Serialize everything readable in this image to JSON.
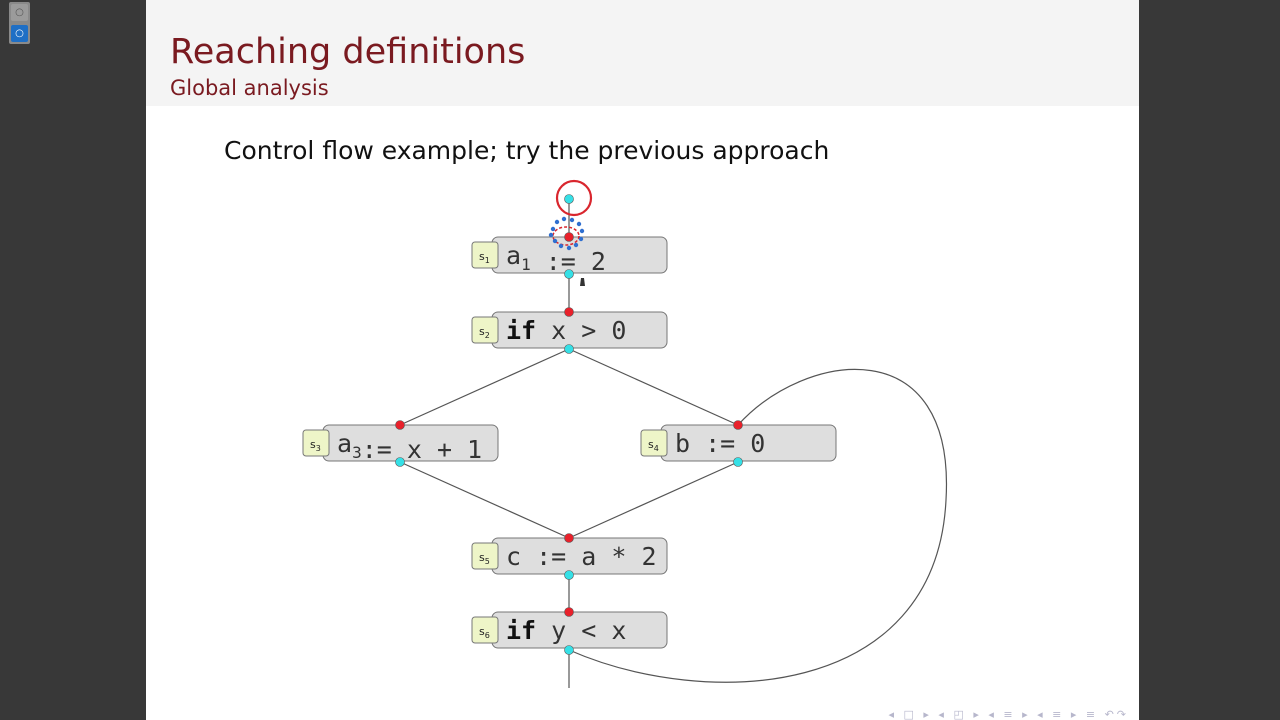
{
  "slide": {
    "title": "Reaching definitions",
    "subtitle": "Global analysis",
    "body_text": "Control flow example; try the previous approach"
  },
  "diagram": {
    "nodes": [
      {
        "id": "s1",
        "label": "s",
        "label_sub": "1",
        "code": [
          {
            "t": "a",
            "kw": false
          },
          {
            "t": "1",
            "sub": true
          },
          {
            "t": " := 2",
            "kw": false
          }
        ]
      },
      {
        "id": "s2",
        "label": "s",
        "label_sub": "2",
        "code": [
          {
            "t": "if",
            "kw": true
          },
          {
            "t": " x > 0",
            "kw": false
          }
        ]
      },
      {
        "id": "s3",
        "label": "s",
        "label_sub": "3",
        "code": [
          {
            "t": "a",
            "kw": false
          },
          {
            "t": "3",
            "sub": true
          },
          {
            "t": ":= x + 1",
            "kw": false
          }
        ]
      },
      {
        "id": "s4",
        "label": "s",
        "label_sub": "4",
        "code": [
          {
            "t": "b := 0",
            "kw": false
          }
        ]
      },
      {
        "id": "s5",
        "label": "s",
        "label_sub": "5",
        "code": [
          {
            "t": "c := a * 2",
            "kw": false
          }
        ]
      },
      {
        "id": "s6",
        "label": "s",
        "label_sub": "6",
        "code": [
          {
            "t": "if",
            "kw": true
          },
          {
            "t": " y < x",
            "kw": false
          }
        ]
      }
    ],
    "colors": {
      "entry_point": "#e8212b",
      "exit_point": "#35e0e6",
      "node_fill": "#dedede",
      "label_fill": "#eef5c8",
      "edge": "#555555",
      "highlight_circle": "#d9262e",
      "cursor_dots": "#2f6fd0"
    }
  },
  "viewer": {
    "toolbar": {
      "btn1_icon": "circle-icon",
      "btn2_icon": "circle-icon"
    },
    "nav_symbols": "◂ □ ▸ ◂ ◰ ▸ ◂ ≡ ▸ ◂ ≡ ▸ ≡ ↶↷"
  }
}
